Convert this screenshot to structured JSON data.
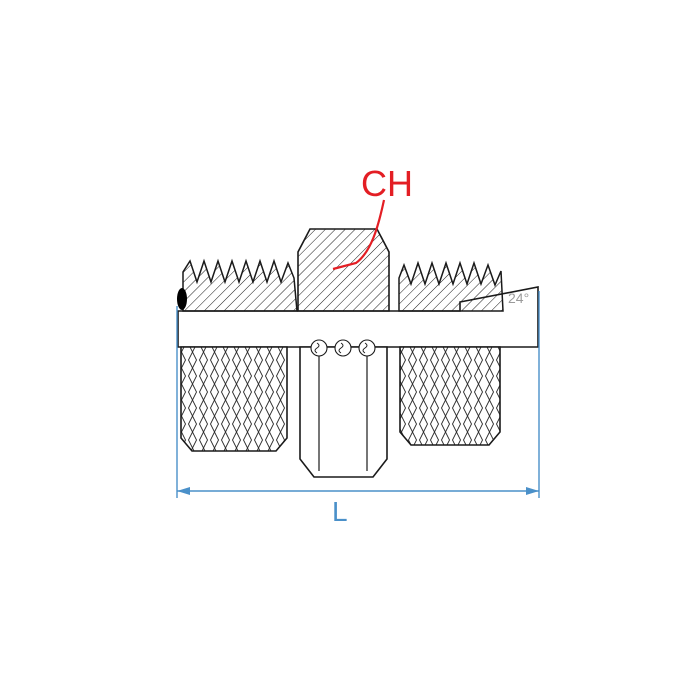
{
  "diagram": {
    "type": "technical-drawing",
    "subject": "hydraulic-fitting-adapter",
    "labels": {
      "ch_label": "CH",
      "angle_label": "24°",
      "length_label": "L"
    },
    "colors": {
      "annotation_red": "#e31e24",
      "dimension_blue": "#4a90c9",
      "angle_gray": "#9b9b9b",
      "line_black": "#1a1a1a",
      "background": "#ffffff"
    }
  }
}
